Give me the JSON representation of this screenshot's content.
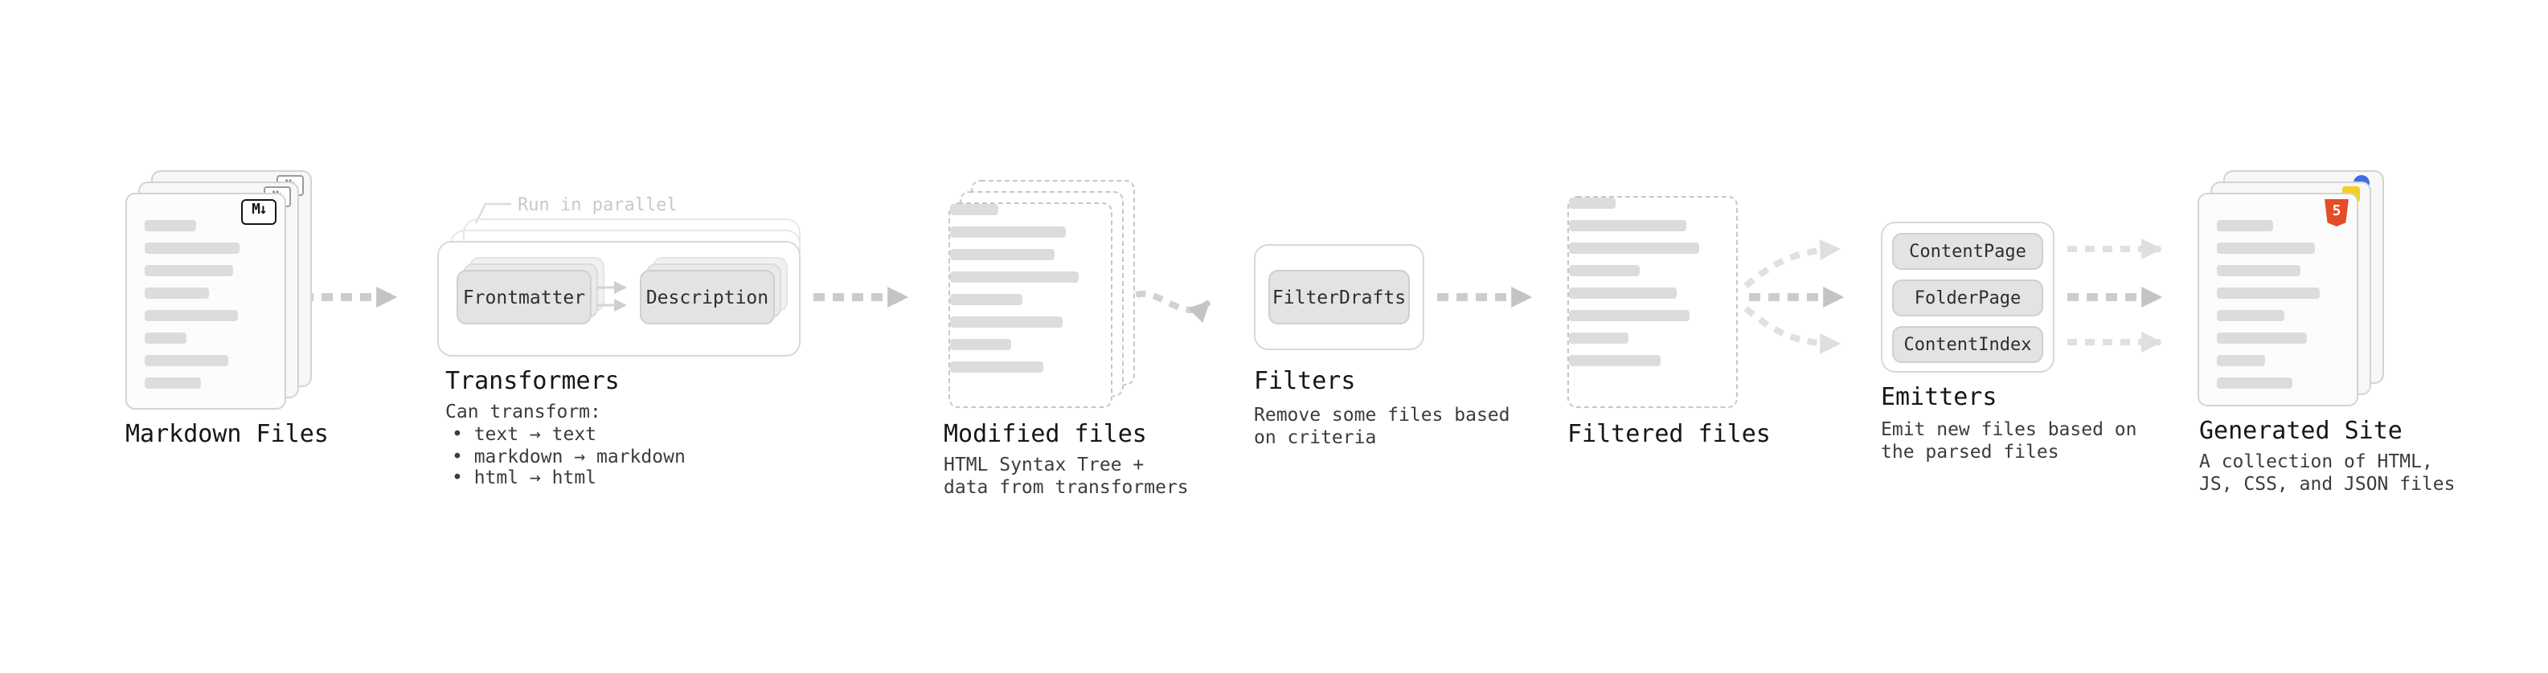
{
  "nodes": {
    "markdown_files": {
      "label": "Markdown Files",
      "badge": "M↓"
    },
    "transformers": {
      "label": "Transformers",
      "annotation": "Run in parallel",
      "box1": "Frontmatter",
      "box2": "Description",
      "desc_title": "Can transform:",
      "bullets": [
        "• text → text",
        "• markdown → markdown",
        "• html → html"
      ]
    },
    "modified_files": {
      "label": "Modified files",
      "desc": [
        "HTML Syntax Tree +",
        "data from transformers"
      ]
    },
    "filters": {
      "label": "Filters",
      "box1": "FilterDrafts",
      "desc": [
        "Remove some files based",
        "on criteria"
      ]
    },
    "filtered_files": {
      "label": "Filtered files"
    },
    "emitters": {
      "label": "Emitters",
      "pills": [
        "ContentPage",
        "FolderPage",
        "ContentIndex"
      ],
      "desc": [
        "Emit new files based on",
        "the parsed files"
      ]
    },
    "generated_site": {
      "label": "Generated Site",
      "badge": "5",
      "desc": [
        "A collection of HTML,",
        "JS, CSS, and JSON files"
      ]
    }
  },
  "colors": {
    "arrow": "#cbcbcb",
    "arrow_light": "#e0e0e0",
    "html_accent": "#e44d26",
    "js_accent": "#f2d024",
    "css_accent": "#3b6fe0",
    "bar_fill": "#dcdcdc"
  }
}
